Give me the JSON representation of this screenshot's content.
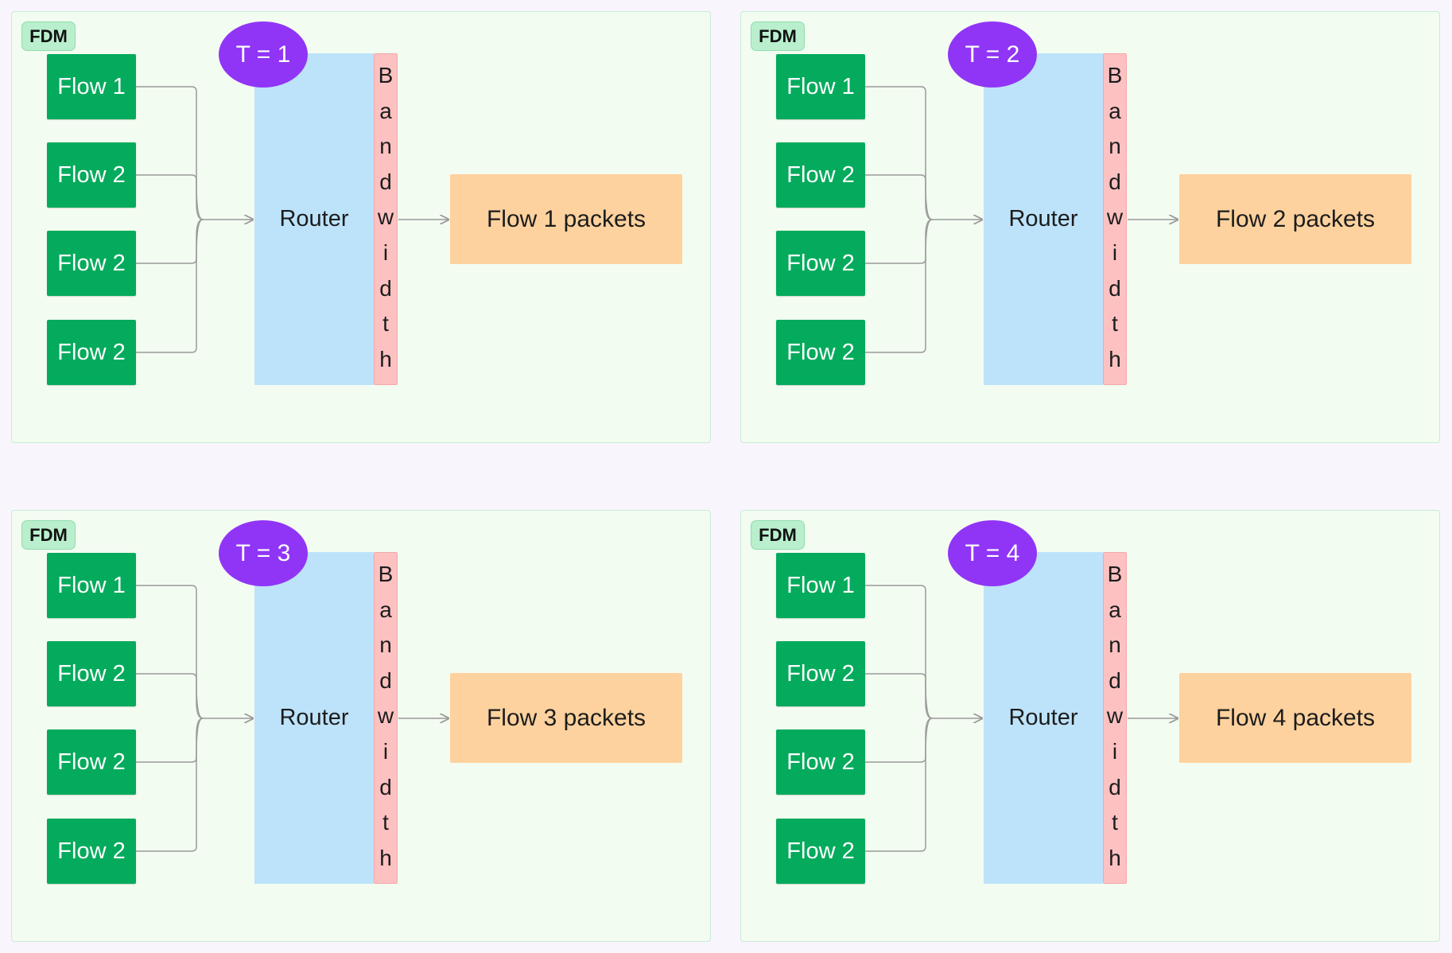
{
  "panels": [
    {
      "badge": "FDM",
      "time_label": "T = 1",
      "flows": [
        "Flow 1",
        "Flow 2",
        "Flow 2",
        "Flow 2"
      ],
      "router": "Router",
      "bandwidth": [
        "B",
        "a",
        "n",
        "d",
        "w",
        "i",
        "d",
        "t",
        "h"
      ],
      "output": "Flow 1 packets"
    },
    {
      "badge": "FDM",
      "time_label": "T = 2",
      "flows": [
        "Flow 1",
        "Flow 2",
        "Flow 2",
        "Flow 2"
      ],
      "router": "Router",
      "bandwidth": [
        "B",
        "a",
        "n",
        "d",
        "w",
        "i",
        "d",
        "t",
        "h"
      ],
      "output": "Flow 2 packets"
    },
    {
      "badge": "FDM",
      "time_label": "T = 3",
      "flows": [
        "Flow 1",
        "Flow 2",
        "Flow 2",
        "Flow 2"
      ],
      "router": "Router",
      "bandwidth": [
        "B",
        "a",
        "n",
        "d",
        "w",
        "i",
        "d",
        "t",
        "h"
      ],
      "output": "Flow 3 packets"
    },
    {
      "badge": "FDM",
      "time_label": "T = 4",
      "flows": [
        "Flow 1",
        "Flow 2",
        "Flow 2",
        "Flow 2"
      ],
      "router": "Router",
      "bandwidth": [
        "B",
        "a",
        "n",
        "d",
        "w",
        "i",
        "d",
        "t",
        "h"
      ],
      "output": "Flow 4 packets"
    }
  ],
  "colors": {
    "flow": "#04ab5c",
    "router": "#bde3fb",
    "bandwidth": "#fdc1c1",
    "time": "#9035f6",
    "output": "#fed29e",
    "panel": "#f3fcf1",
    "connector": "#9a9a9a"
  }
}
